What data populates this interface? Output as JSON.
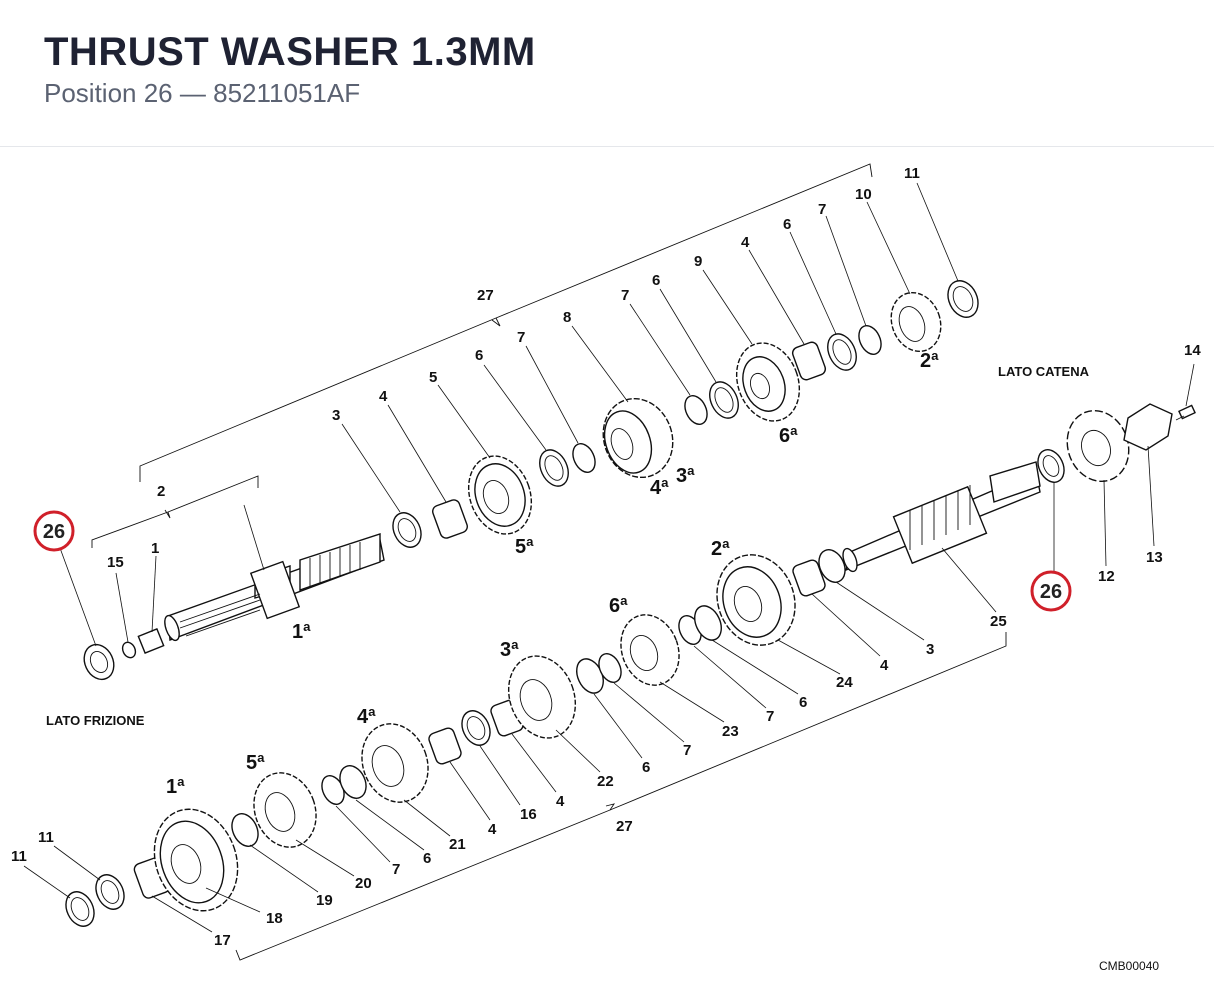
{
  "header": {
    "title": "THRUST WASHER 1.3MM",
    "position_label": "Position 26",
    "separator": "—",
    "part_number": "85211051AF"
  },
  "diagram": {
    "code": "CMB00040",
    "side_labels": {
      "clutch_side": "LATO FRIZIONE",
      "chain_side": "LATO  CATENA"
    },
    "highlight": {
      "number": "26",
      "color": "#d0202a"
    },
    "callouts": {
      "upper": [
        "15",
        "1",
        "2",
        "3",
        "4",
        "5",
        "6",
        "7",
        "8",
        "7",
        "6",
        "9",
        "4",
        "6",
        "7",
        "10",
        "11",
        "27"
      ],
      "lower": [
        "11",
        "11",
        "17",
        "18",
        "19",
        "20",
        "7",
        "6",
        "21",
        "4",
        "16",
        "4",
        "22",
        "6",
        "7",
        "23",
        "7",
        "6",
        "24",
        "4",
        "3",
        "25",
        "12",
        "13",
        "14",
        "27"
      ]
    },
    "gear_labels": {
      "upper": [
        "1ª",
        "5ª",
        "4ª",
        "3ª",
        "6ª",
        "2ª"
      ],
      "lower": [
        "1ª",
        "5ª",
        "4ª",
        "3ª",
        "6ª",
        "2ª"
      ]
    }
  }
}
